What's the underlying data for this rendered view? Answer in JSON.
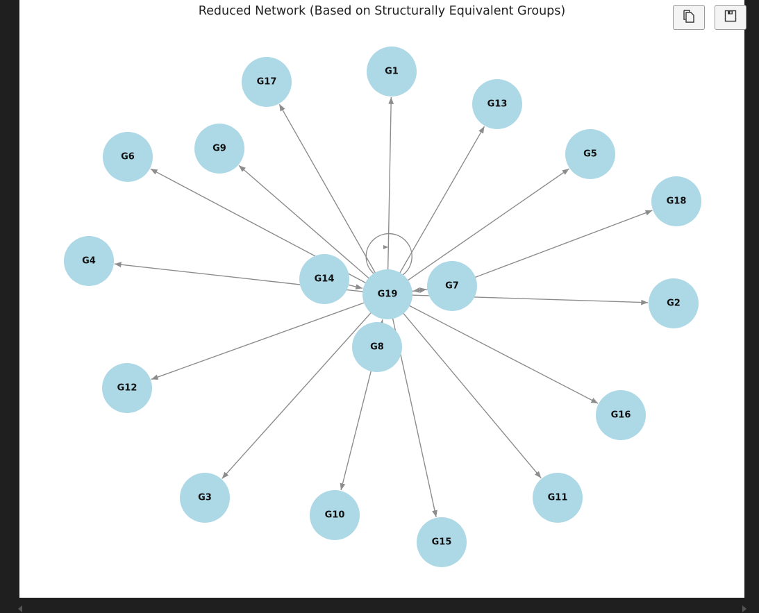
{
  "title": "Reduced Network (Based on Structurally Equivalent Groups)",
  "toolbar": {
    "copy_icon": "copy-icon",
    "save_icon": "save-icon"
  },
  "colors": {
    "node_fill": "#add8e6",
    "edge": "#8c8c8c"
  },
  "nodes": [
    "G1",
    "G2",
    "G3",
    "G4",
    "G5",
    "G6",
    "G7",
    "G8",
    "G9",
    "G10",
    "G11",
    "G12",
    "G13",
    "G14",
    "G15",
    "G16",
    "G17",
    "G18",
    "G19"
  ],
  "edges": [
    {
      "from": "G19",
      "to": "G1"
    },
    {
      "from": "G19",
      "to": "G2"
    },
    {
      "from": "G19",
      "to": "G3"
    },
    {
      "from": "G19",
      "to": "G4"
    },
    {
      "from": "G19",
      "to": "G5"
    },
    {
      "from": "G19",
      "to": "G6"
    },
    {
      "from": "G19",
      "to": "G7"
    },
    {
      "from": "G7",
      "to": "G19"
    },
    {
      "from": "G8",
      "to": "G19"
    },
    {
      "from": "G19",
      "to": "G9"
    },
    {
      "from": "G8",
      "to": "G10"
    },
    {
      "from": "G19",
      "to": "G11"
    },
    {
      "from": "G19",
      "to": "G12"
    },
    {
      "from": "G19",
      "to": "G13"
    },
    {
      "from": "G14",
      "to": "G19"
    },
    {
      "from": "G19",
      "to": "G15"
    },
    {
      "from": "G19",
      "to": "G16"
    },
    {
      "from": "G19",
      "to": "G17"
    },
    {
      "from": "G7",
      "to": "G18"
    },
    {
      "from": "G19",
      "to": "G19"
    }
  ]
}
